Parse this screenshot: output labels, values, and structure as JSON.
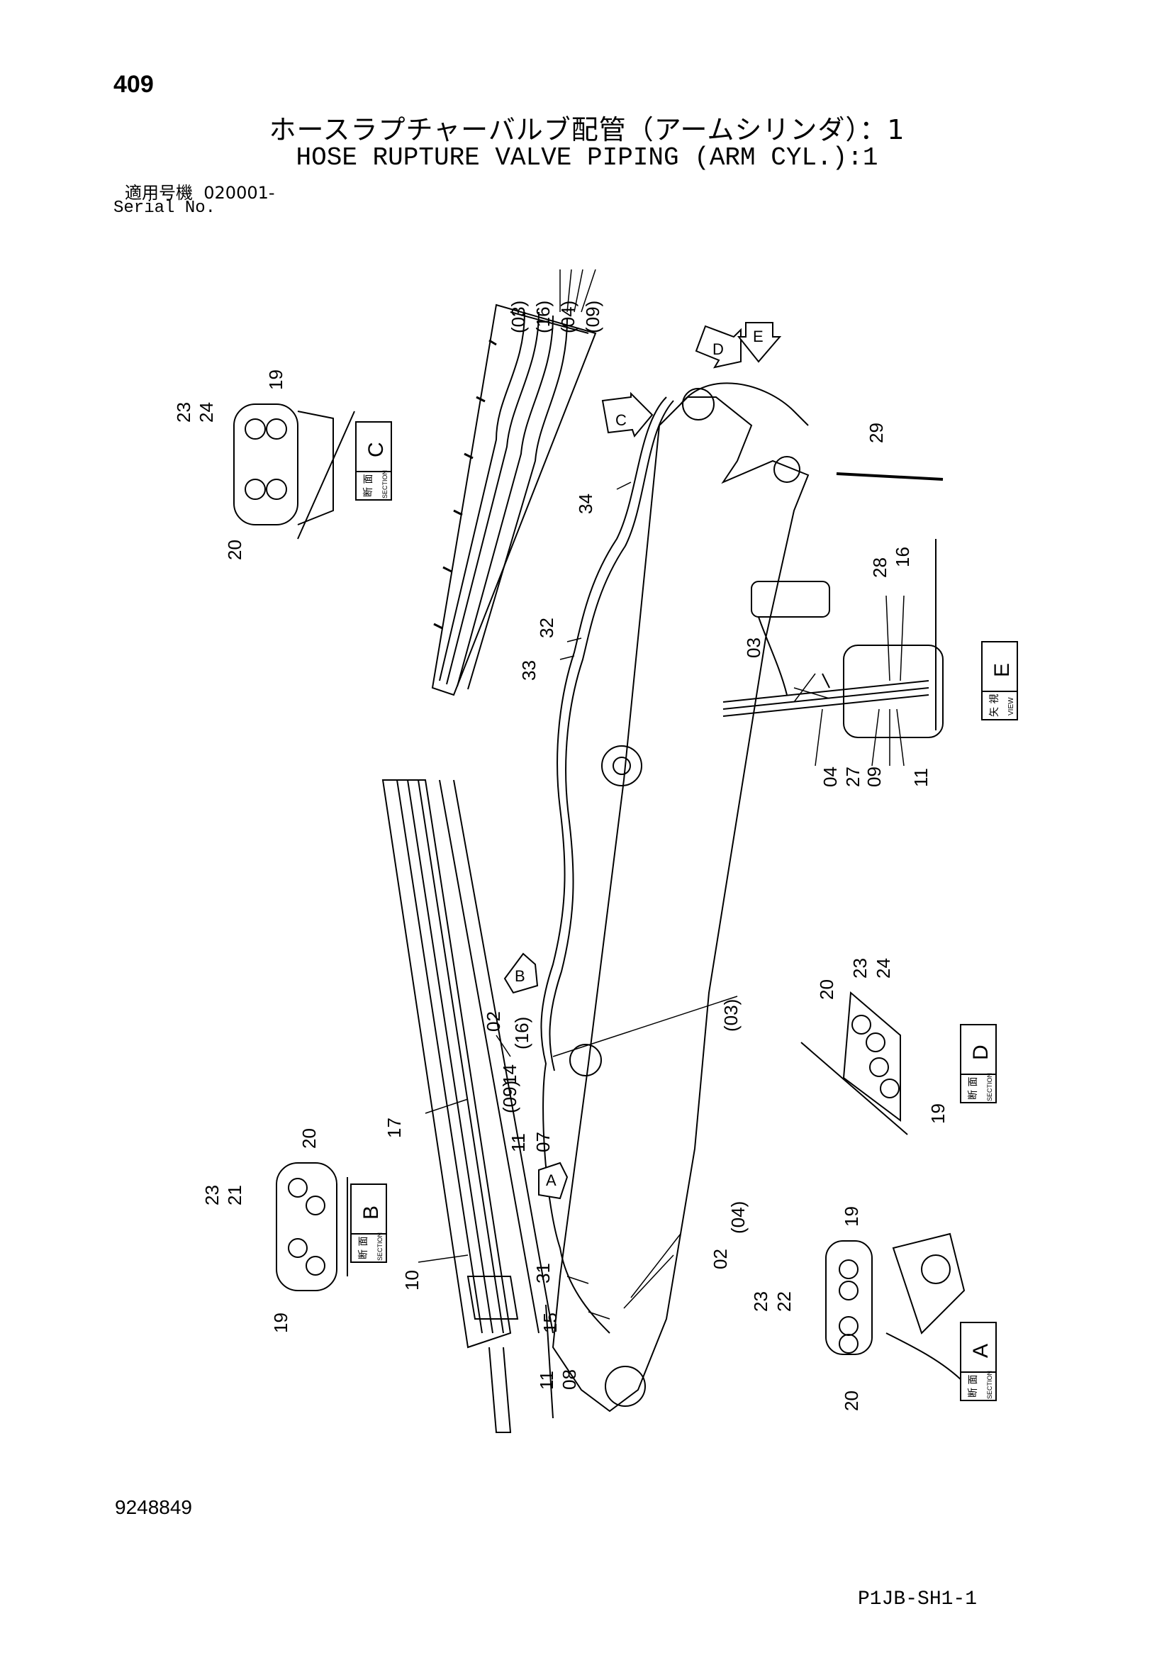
{
  "header": {
    "page_number": "409",
    "title_jp": "ホースラプチャーバルブ配管（アームシリンダ）：1",
    "title_en": "HOSE RUPTURE VALVE PIPING (ARM CYL.):1",
    "serial_label_jp": "適用号機",
    "serial_value": "020001-",
    "serial_label_en": "Serial No."
  },
  "footer": {
    "document_number": "9248849",
    "reference_code": "P1JB-SH1-1"
  },
  "section_boxes": {
    "section_word_jp": "断 面",
    "section_word_en": "SECTION",
    "view_word_jp": "矢 視",
    "view_word_en": "VIEW",
    "letters": [
      "A",
      "B",
      "C",
      "D",
      "E"
    ]
  },
  "view_arrows": [
    "A",
    "B",
    "C",
    "D",
    "E"
  ],
  "callouts": {
    "top_hoses": [
      "(03)",
      "(16)",
      "(04)",
      "(09)"
    ],
    "section_c": [
      "19",
      "23",
      "24",
      "20"
    ],
    "section_b": [
      "20",
      "23",
      "21",
      "19"
    ],
    "section_d": [
      "20",
      "23",
      "24",
      "19"
    ],
    "section_a": [
      "19",
      "23",
      "22",
      "20"
    ],
    "view_e": [
      "28",
      "16",
      "03",
      "04",
      "27",
      "09",
      "11"
    ],
    "boom_main": [
      "34",
      "32",
      "33",
      "29",
      "(03)",
      "02",
      "(16)",
      "14",
      "(09)",
      "11",
      "07",
      "17",
      "10",
      "31",
      "02",
      "(04)",
      "15",
      "11",
      "08"
    ]
  }
}
